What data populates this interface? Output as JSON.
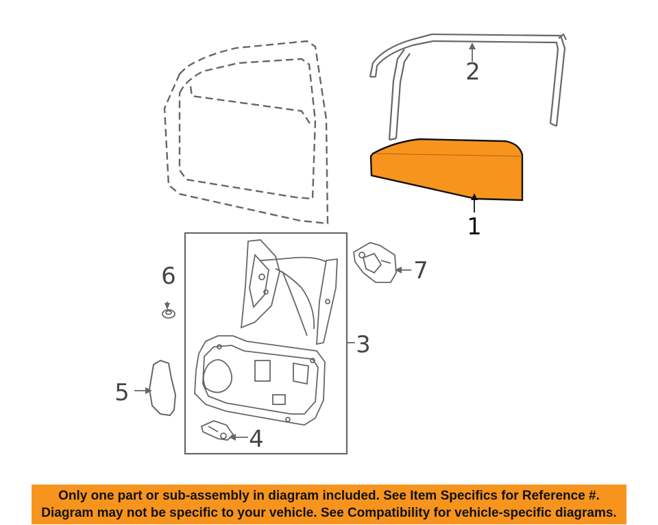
{
  "diagram": {
    "callouts": {
      "c1": "1",
      "c2": "2",
      "c3": "3",
      "c4": "4",
      "c5": "5",
      "c6": "6",
      "c7": "7"
    },
    "highlight_color": "#f7941d",
    "line_color": "#666666"
  },
  "banner": {
    "line1": "Only one part or sub-assembly in diagram included. See Item Specifics for Reference #.",
    "line2": "Diagram may not be specific to your vehicle. See Compatibility for vehicle-specific diagrams.",
    "background": "#f7941d"
  }
}
